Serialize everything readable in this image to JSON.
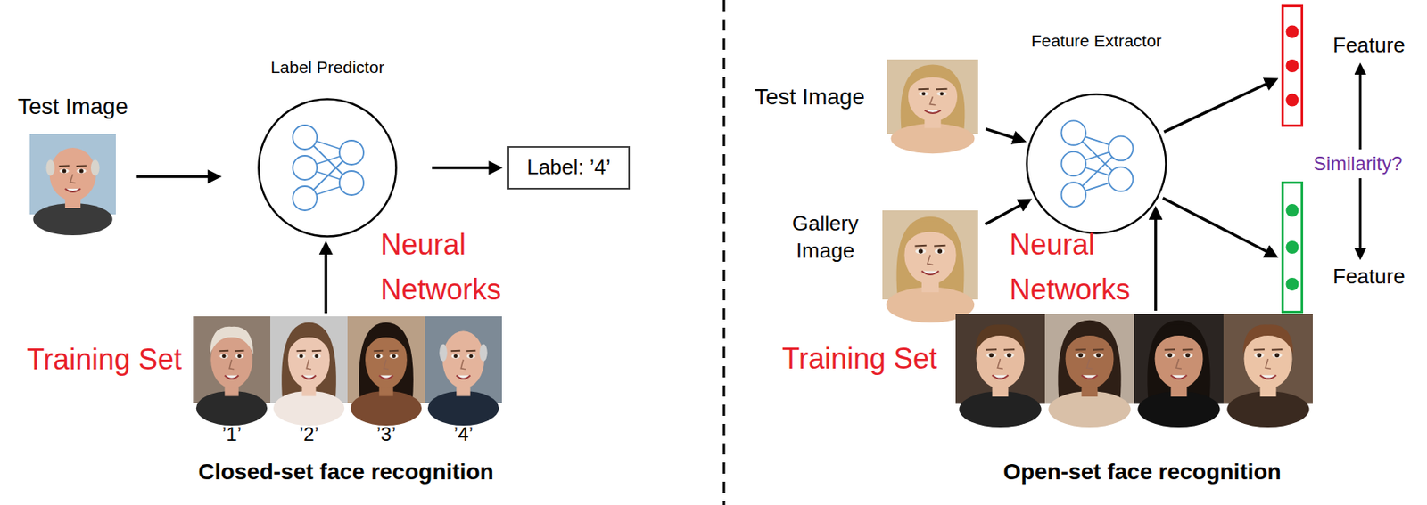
{
  "diagram": {
    "nodes": [
      {
        "text": [
          "Test Image"
        ]
      },
      {
        "text": [
          "Label Predictor"
        ]
      },
      {
        "text": [
          "Label: ’4’"
        ]
      },
      {
        "text": [
          "Training Set"
        ]
      },
      {
        "text": [
          "Test Image"
        ]
      },
      {
        "text": [
          "Gallery Image"
        ]
      },
      {
        "text": [
          "Feature Extractor"
        ]
      },
      {
        "text": [
          "Training Set"
        ]
      },
      {
        "text": [
          "Feature"
        ]
      },
      {
        "text": [
          "Feature"
        ]
      }
    ],
    "edges": [
      {
        "from": 0,
        "to": 1,
        "arrow": "to"
      },
      {
        "from": 1,
        "to": 2,
        "arrow": "to"
      },
      {
        "from": 3,
        "to": 1,
        "arrow": "to"
      },
      {
        "from": 4,
        "to": 6,
        "arrow": "to"
      },
      {
        "from": 5,
        "to": 6,
        "arrow": "to"
      },
      {
        "from": 7,
        "to": 6,
        "arrow": "to"
      },
      {
        "from": 6,
        "to": 8,
        "arrow": "to"
      },
      {
        "from": 6,
        "to": 9,
        "arrow": "to"
      }
    ],
    "labels": [
      "Neural Networks",
      "’1’",
      "’2’",
      "’3’",
      "’4’",
      "Closed-set face recognition",
      "Neural Networks",
      "Similarity?",
      "Open-set face recognition"
    ]
  }
}
